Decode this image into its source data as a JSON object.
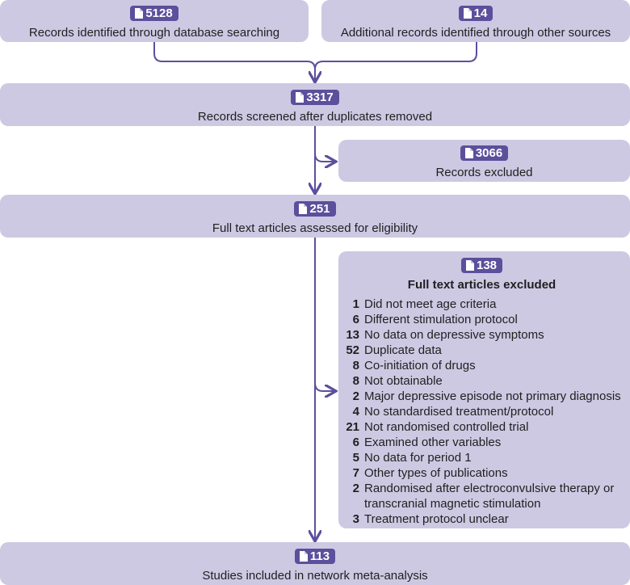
{
  "boxes": {
    "db_search": {
      "count": "5128",
      "label": "Records identified through database searching"
    },
    "other_sources": {
      "count": "14",
      "label": "Additional records identified through other sources"
    },
    "screened": {
      "count": "3317",
      "label": "Records screened after duplicates removed"
    },
    "excluded": {
      "count": "3066",
      "label": "Records excluded"
    },
    "assessed": {
      "count": "251",
      "label": "Full text articles assessed for eligibility"
    },
    "fulltext_excluded": {
      "count": "138",
      "title": "Full text articles excluded",
      "items": [
        {
          "n": "1",
          "text": "Did not meet age criteria"
        },
        {
          "n": "6",
          "text": "Different stimulation protocol"
        },
        {
          "n": "13",
          "text": "No data on depressive symptoms"
        },
        {
          "n": "52",
          "text": "Duplicate data"
        },
        {
          "n": "8",
          "text": "Co-initiation of drugs"
        },
        {
          "n": "8",
          "text": "Not obtainable"
        },
        {
          "n": "2",
          "text": "Major depressive episode not primary diagnosis"
        },
        {
          "n": "4",
          "text": "No standardised treatment/protocol"
        },
        {
          "n": "21",
          "text": "Not randomised controlled trial"
        },
        {
          "n": "6",
          "text": "Examined other variables"
        },
        {
          "n": "5",
          "text": "No data for period 1"
        },
        {
          "n": "7",
          "text": "Other types of publications"
        },
        {
          "n": "2",
          "text": "Randomised after electroconvulsive therapy or transcranial magnetic stimulation"
        },
        {
          "n": "3",
          "text": "Treatment protocol unclear"
        }
      ]
    },
    "included": {
      "count": "113",
      "label": "Studies included in network meta-analysis"
    }
  },
  "colors": {
    "box": "#cdc9e3",
    "badge": "#5c4f9c",
    "arrow": "#5c4f9c"
  },
  "icon": "document-icon"
}
